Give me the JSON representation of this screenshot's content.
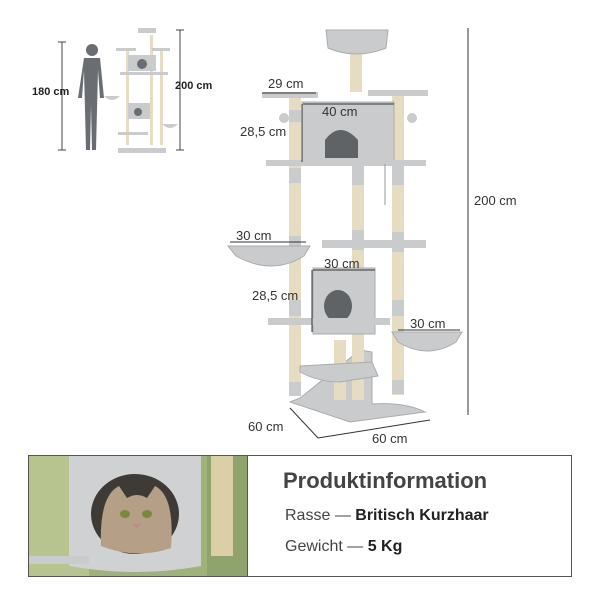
{
  "small_figure": {
    "person_height": "180 cm",
    "tree_height": "200 cm"
  },
  "dimensions": {
    "top_platform_width": "29 cm",
    "house_top_width": "40 cm",
    "house_top_height": "28,5 cm",
    "left_basket": "30 cm",
    "lower_house_width": "30 cm",
    "lower_house_height": "28,5 cm",
    "right_basket": "30 cm",
    "total_height": "200 cm",
    "base_depth": "60 cm",
    "base_width": "60 cm"
  },
  "info": {
    "title": "Produktinformation",
    "breed_label": "Rasse",
    "separator": "—",
    "breed_value": "Britisch Kurzhaar",
    "weight_label": "Gewicht",
    "weight_value": "5 Kg"
  },
  "colors": {
    "plush": "#c9cbcc",
    "plush_dark": "#a9abad",
    "sisal": "#e6dcc1",
    "frame": "#555555"
  }
}
